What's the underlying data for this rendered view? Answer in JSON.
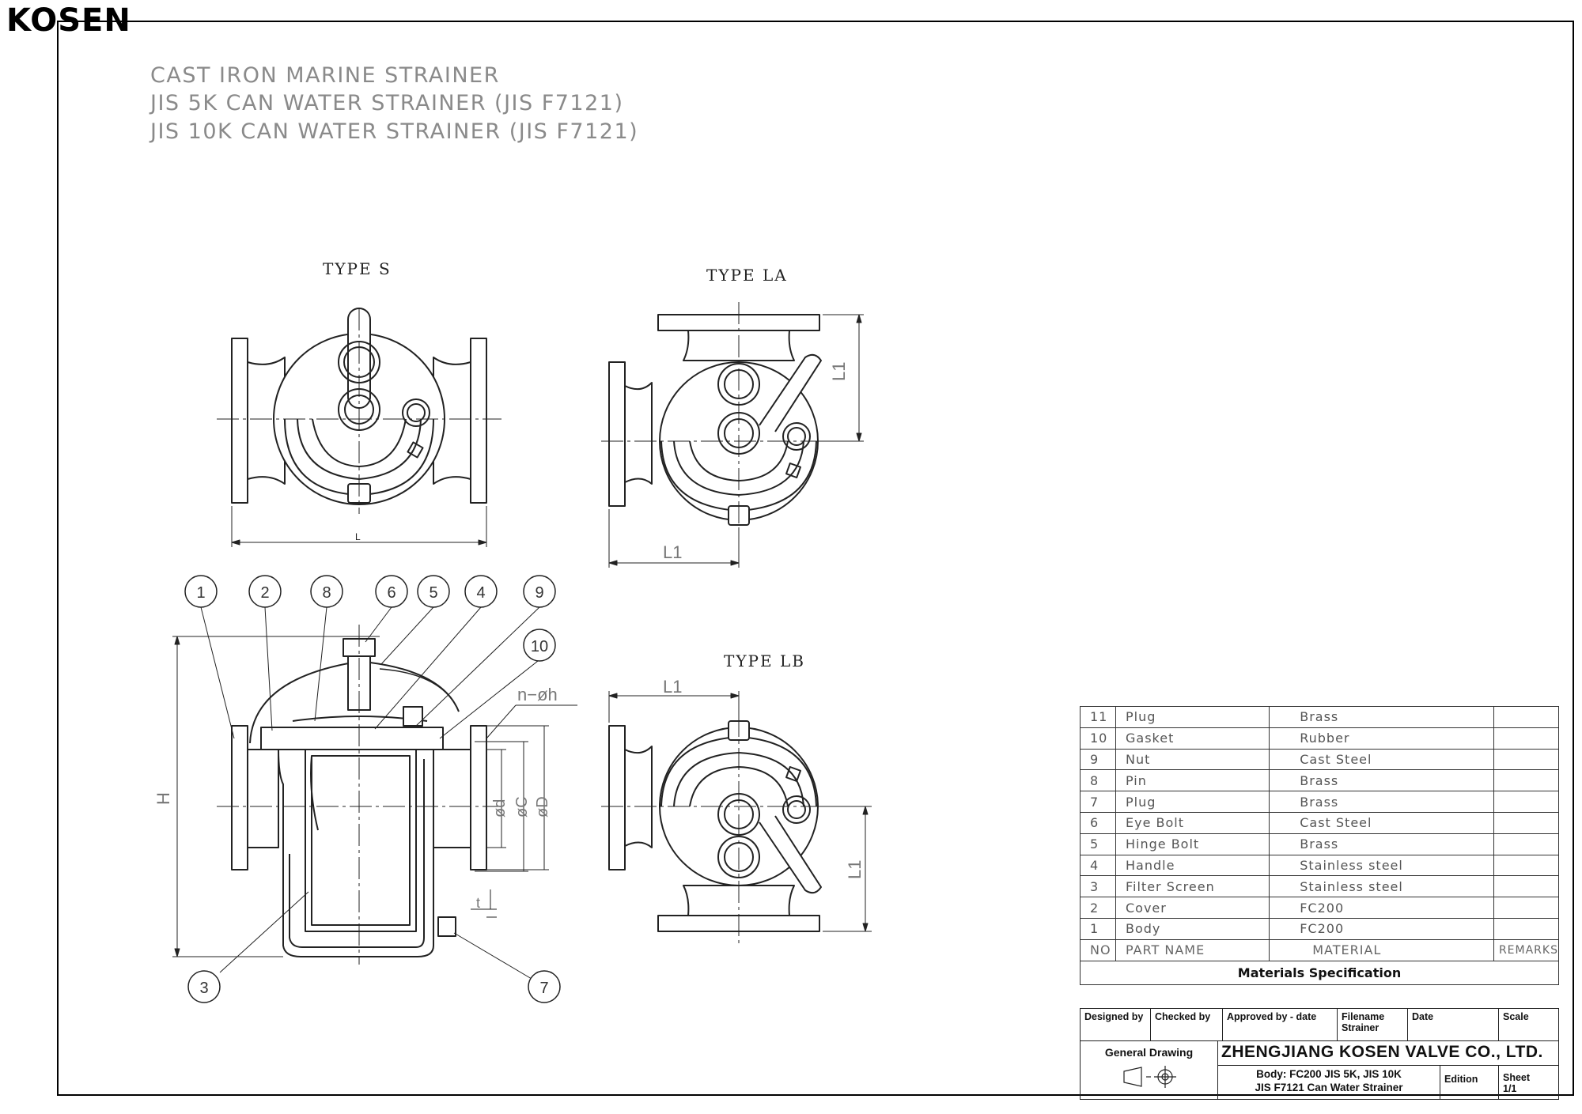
{
  "logo": "KOSEN",
  "titles": [
    "CAST IRON MARINE STRAINER",
    "JIS 5K CAN WATER STRAINER (JIS F7121)",
    "JIS 10K CAN WATER STRAINER (JIS F7121)"
  ],
  "views": {
    "type_s": "TYPE S",
    "type_la": "TYPE LA",
    "type_lb": "TYPE LB"
  },
  "dimensions": {
    "L": "L",
    "L1": "L1",
    "H": "H",
    "d": "ød",
    "C": "øC",
    "D": "øD",
    "t": "t",
    "bolt": "n−øh"
  },
  "balloons": [
    "1",
    "2",
    "8",
    "6",
    "5",
    "4",
    "9",
    "10",
    "3",
    "7"
  ],
  "materials": {
    "rows": [
      {
        "no": "11",
        "part": "Plug",
        "material": "Brass"
      },
      {
        "no": "10",
        "part": "Gasket",
        "material": "Rubber"
      },
      {
        "no": "9",
        "part": "Nut",
        "material": "Cast Steel"
      },
      {
        "no": "8",
        "part": "Pin",
        "material": "Brass"
      },
      {
        "no": "7",
        "part": "Plug",
        "material": "Brass"
      },
      {
        "no": "6",
        "part": "Eye Bolt",
        "material": "Cast Steel"
      },
      {
        "no": "5",
        "part": "Hinge Bolt",
        "material": "Brass"
      },
      {
        "no": "4",
        "part": "Handle",
        "material": "Stainless steel"
      },
      {
        "no": "3",
        "part": "Filter Screen",
        "material": "Stainless steel"
      },
      {
        "no": "2",
        "part": "Cover",
        "material": "FC200"
      },
      {
        "no": "1",
        "part": "Body",
        "material": "FC200"
      }
    ],
    "header": {
      "no": "NO",
      "part": "PART  NAME",
      "material": "MATERIAL",
      "remarks": "REMARKS"
    },
    "caption": "Materials Specification"
  },
  "title_block": {
    "designed_by": "Designed by",
    "checked_by": "Checked by",
    "approved_by": "Approved by - date",
    "filename_label": "Filename",
    "filename_value": "Strainer",
    "date": "Date",
    "scale": "Scale",
    "general_drawing": "General Drawing",
    "company": "ZHENGJIANG KOSEN VALVE CO., LTD.",
    "desc_line1": "Body: FC200  JIS 5K, JIS 10K",
    "desc_line2": "JIS F7121 Can Water Strainer",
    "edition": "Edition",
    "sheet_label": "Sheet",
    "sheet_value": "1/1"
  }
}
